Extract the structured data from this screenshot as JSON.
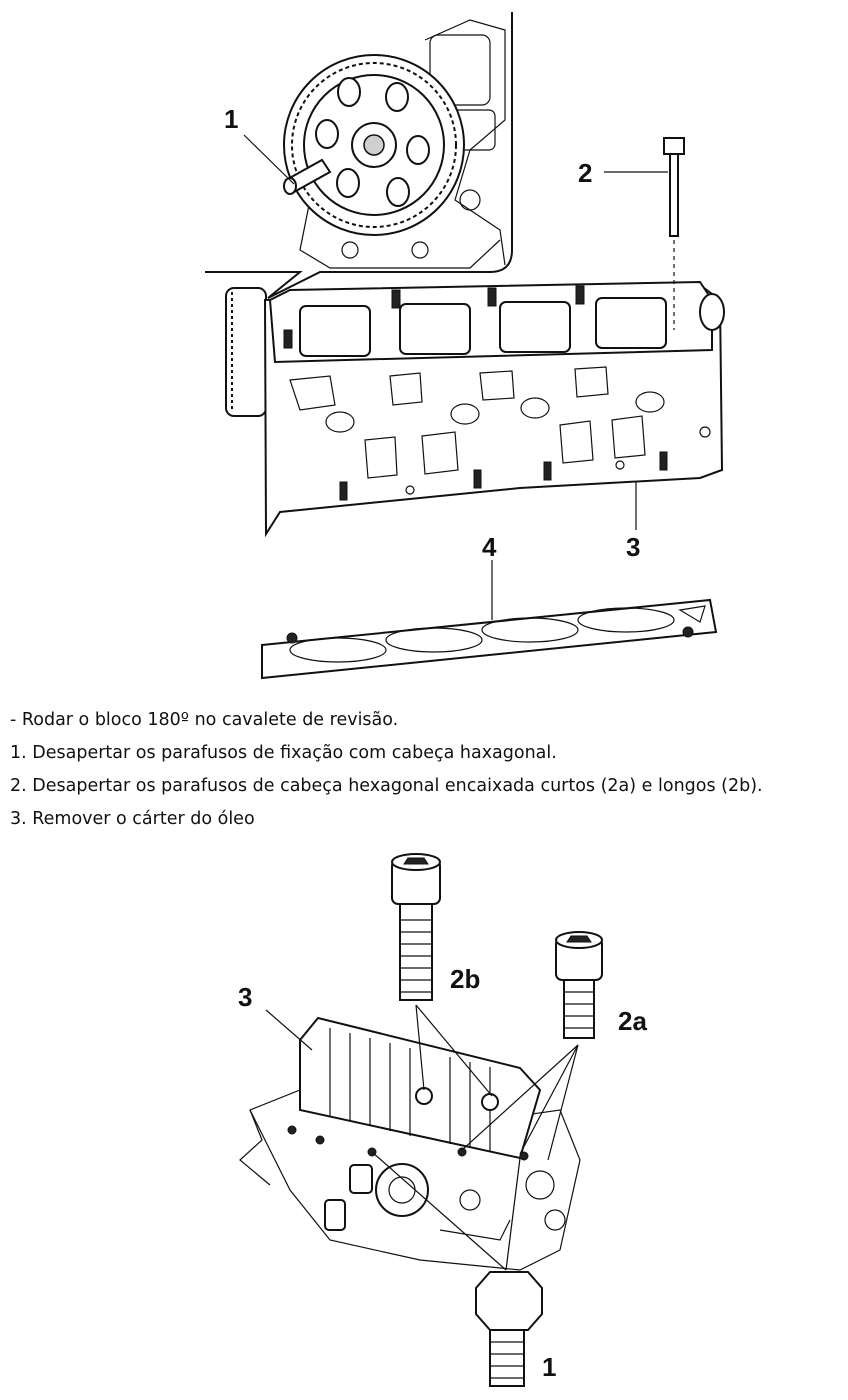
{
  "figure_top": {
    "callouts": [
      "1",
      "2",
      "3",
      "4"
    ]
  },
  "instructions": [
    "- Rodar o bloco 180º no cavalete de revisão.",
    "1. Desapertar os parafusos de fixação com cabeça haxagonal.",
    "2. Desapertar os parafusos de cabeça hexagonal encaixada curtos (2a) e longos (2b).",
    "3. Remover o cárter do óleo"
  ],
  "figure_bottom": {
    "callouts": [
      "3",
      "2b",
      "2a",
      "1"
    ]
  }
}
